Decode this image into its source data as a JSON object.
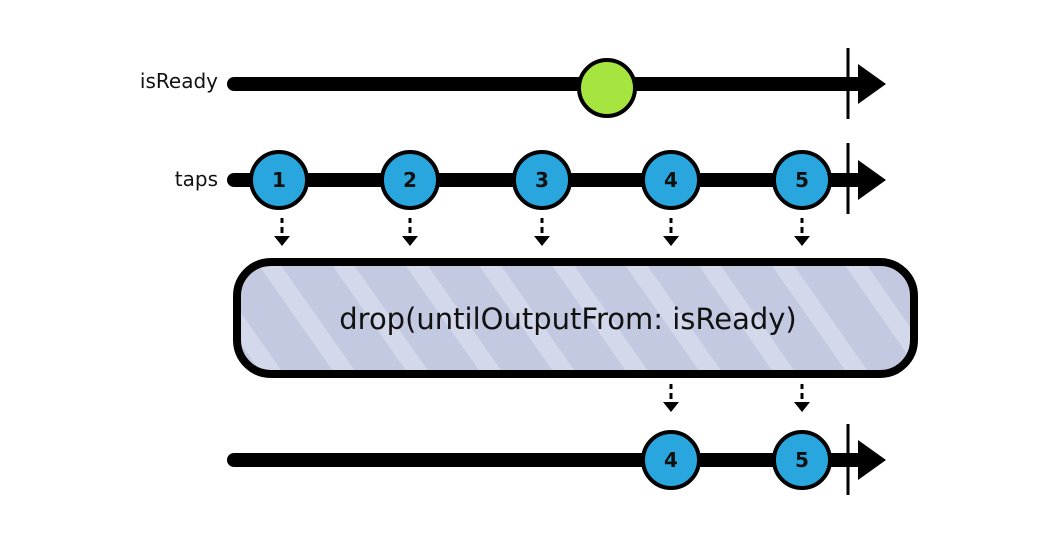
{
  "streams": {
    "is_ready": {
      "label": "isReady",
      "color": "#a6e53f"
    },
    "taps": {
      "label": "taps",
      "values": [
        "1",
        "2",
        "3",
        "4",
        "5"
      ],
      "color": "#29a6de"
    },
    "output": {
      "label": "",
      "values": [
        "4",
        "5"
      ],
      "color": "#29a6de"
    }
  },
  "operator": {
    "label": "drop(untilOutputFrom: isReady)",
    "fill": "#c3c9e0"
  }
}
